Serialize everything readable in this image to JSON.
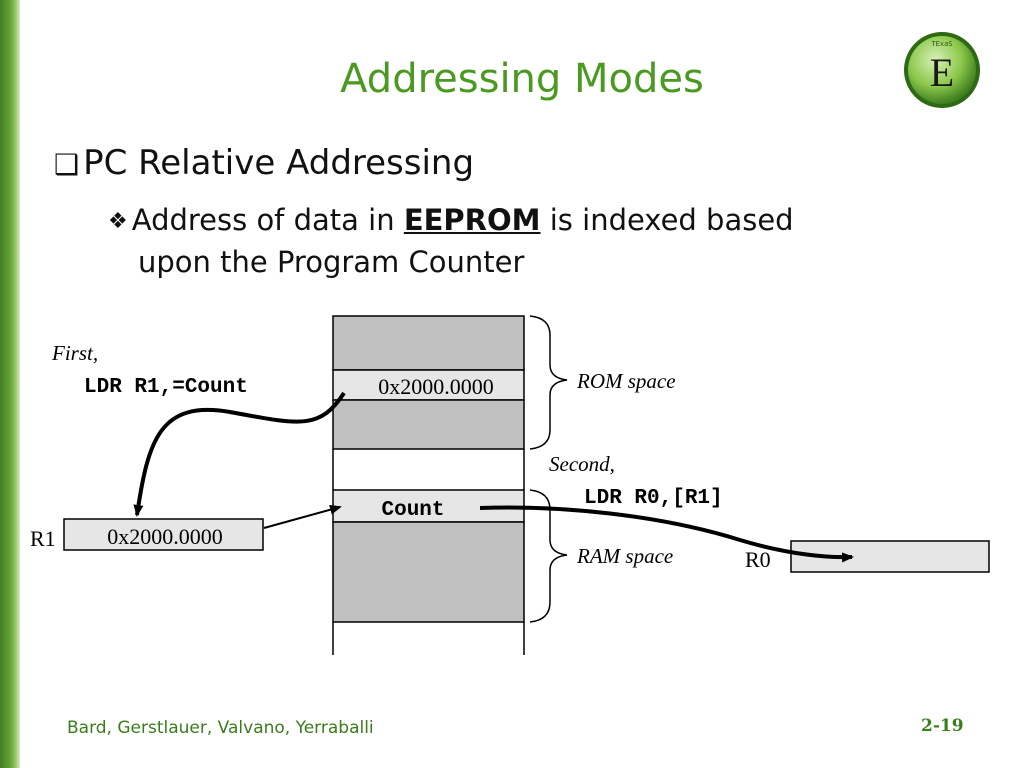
{
  "slide": {
    "title": "Addressing Modes",
    "bullet1": "PC Relative Addressing",
    "bullet2": {
      "prefix": "Address of data in ",
      "emphasis": "EEPROM",
      "suffix": " is indexed based",
      "line2": "upon the Program Counter"
    },
    "logo_letter": "E",
    "logo_top_text": "TExaS",
    "footer_authors": "Bard, Gerstlauer, Valvano, Yerraballi",
    "page_number": "2-19"
  },
  "colors": {
    "title": "#4a9a22",
    "sidebar": "#5a9a2f",
    "memory_fill": "#c0c0c0",
    "cell_fill": "#e6e6e6",
    "footer": "#3a7d1a"
  },
  "diagram": {
    "first_label": "First,",
    "first_instruction": "LDR R1,=Count",
    "rom_value": "0x2000.0000",
    "rom_label": "ROM space",
    "second_label": "Second,",
    "second_instruction": "LDR R0,[R1]",
    "count_label": "Count",
    "ram_label": "RAM space",
    "r1_label": "R1",
    "r1_value": "0x2000.0000",
    "r0_label": "R0",
    "r0_value": ""
  }
}
